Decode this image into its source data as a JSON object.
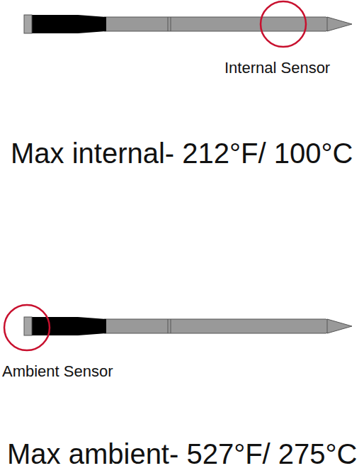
{
  "diagram": {
    "labels": [
      "Internal Sensor",
      "Max internal- 212°F/ 100°C",
      "Ambient Sensor",
      "Max ambient- 527°F/ 275°C"
    ]
  }
}
